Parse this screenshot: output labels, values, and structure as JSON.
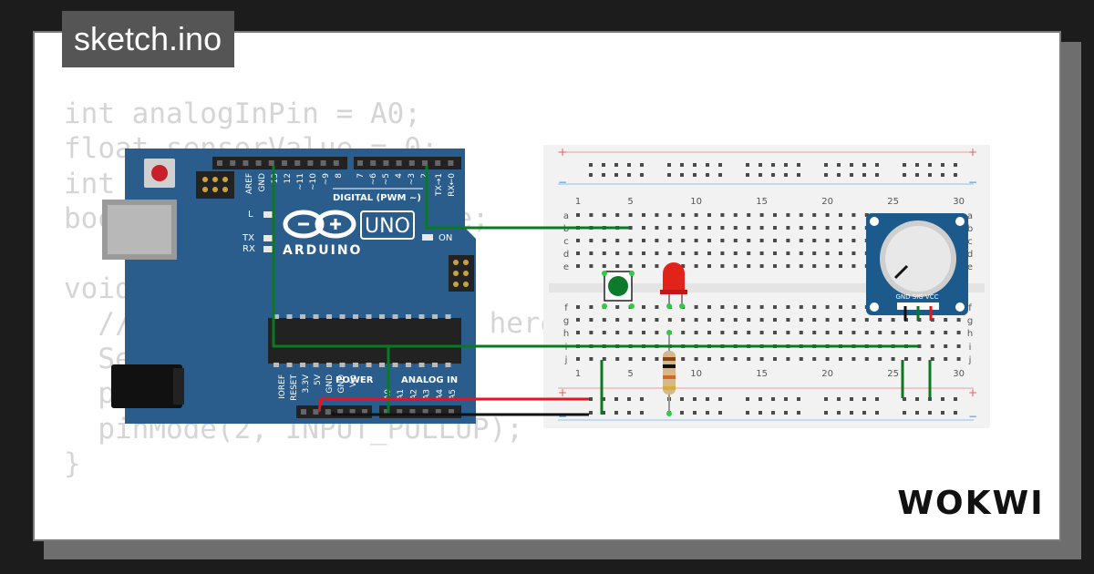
{
  "file_tab": {
    "label": "sketch.ino"
  },
  "code": {
    "lines": [
      "int analogInPin = A0;",
      "float sensorValue = 0;",
      "int ledState = LOW;",
      "bool buttonState = false;",
      "",
      "void setup() {",
      "  // put your setup code here",
      "  Serial.begin(9600);",
      "  pinMode(13, OUTPUT);",
      "  pinMode(2, INPUT_PULLUP);",
      "}"
    ]
  },
  "arduino": {
    "brand": "ARDUINO",
    "model": "UNO",
    "digital_header": "DIGITAL (PWM ~)",
    "digital_pins": [
      "AREF",
      "GND",
      "13",
      "12",
      "~11",
      "~10",
      "~9",
      "8",
      "7",
      "~6",
      "~5",
      "4",
      "~3",
      "2",
      "TX→1",
      "RX←0"
    ],
    "led_labels": [
      "L",
      "TX",
      "RX"
    ],
    "on_label": "ON",
    "power_header": "POWER",
    "power_pins": [
      "IOREF",
      "RESET",
      "3.3V",
      "5V",
      "GND",
      "GND",
      "Vin"
    ],
    "analog_header": "ANALOG IN",
    "analog_pins": [
      "A0",
      "A1",
      "A2",
      "A3",
      "A4",
      "A5"
    ]
  },
  "breadboard": {
    "column_numbers": [
      "1",
      "5",
      "10",
      "15",
      "20",
      "25",
      "30"
    ],
    "rows_top": [
      "a",
      "b",
      "c",
      "d",
      "e"
    ],
    "rows_bottom": [
      "f",
      "g",
      "h",
      "i",
      "j"
    ],
    "rail_plus": "+",
    "rail_minus": "−"
  },
  "potentiometer": {
    "pin_labels": "GND SIG VCC"
  },
  "logo": {
    "text": "WOKWI"
  },
  "colors": {
    "board": "#2a5d8c",
    "wire_green": "#0a7a22",
    "wire_red": "#e8141c",
    "wire_black": "#111111",
    "led": "#e2231a",
    "button": "#0d7a2c",
    "pot_body": "#1b5a8a"
  }
}
